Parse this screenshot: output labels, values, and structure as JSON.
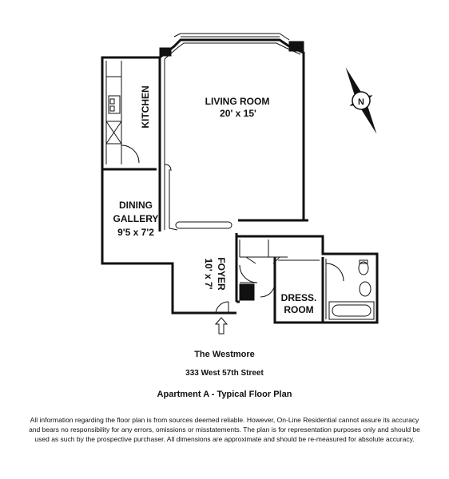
{
  "rooms": {
    "living_room": {
      "name": "LIVING ROOM",
      "size": "20' x 15'"
    },
    "kitchen": {
      "name": "KITCHEN"
    },
    "dining": {
      "name_line1": "DINING",
      "name_line2": "GALLERY",
      "size": "9'5 x 7'2"
    },
    "foyer": {
      "name": "FOYER",
      "size": "10' x 7'"
    },
    "dressing": {
      "name_line1": "DRESS.",
      "name_line2": "ROOM"
    }
  },
  "compass": {
    "label": "N"
  },
  "building": {
    "name": "The  Westmore",
    "address": "333 West 57th Street",
    "plan_title": "Apartment  A - Typical Floor  Plan"
  },
  "disclaimer": "All information regarding the floor plan is from sources deemed reliable.  However, On-Line Residential cannot assure its accuracy and bears no responsibility for any errors, omissions or misstatements.  The plan is for representation purposes only and should be used as such by the prospective purchaser.  All dimensions are approximate and should be re-measured for absolute accuracy."
}
